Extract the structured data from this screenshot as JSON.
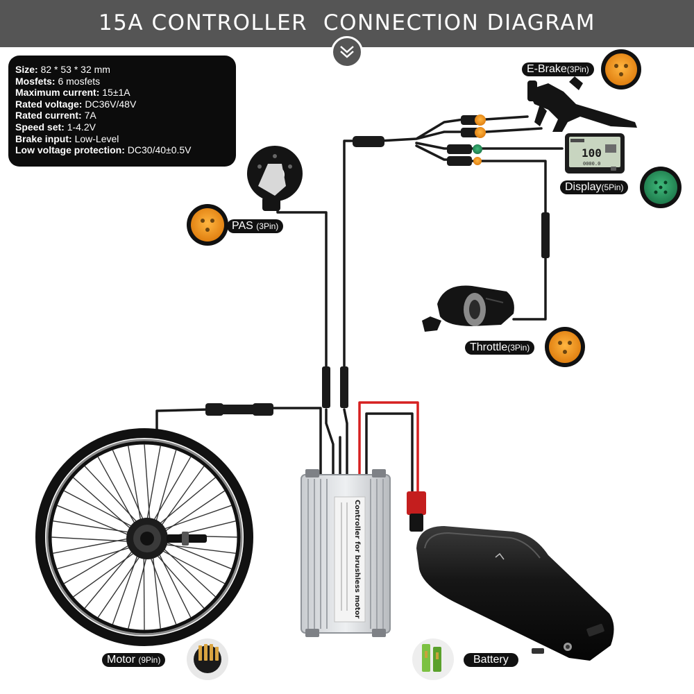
{
  "header": {
    "title": "15A CONTROLLER  CONNECTION DIAGRAM"
  },
  "specs": [
    {
      "label": "Size:",
      "value": " 82 * 53 * 32 mm"
    },
    {
      "label": "Mosfets:",
      "value": " 6 mosfets"
    },
    {
      "label": "Maximum current:",
      "value": " 15±1A"
    },
    {
      "label": "Rated voltage:",
      "value": " DC36V/48V"
    },
    {
      "label": "Rated current:",
      "value": " 7A"
    },
    {
      "label": "Speed set:",
      "value": " 1-4.2V"
    },
    {
      "label": "Brake input:",
      "value": " Low-Level"
    },
    {
      "label": "Low voltage protection:",
      "value": " DC30/40±0.5V"
    }
  ],
  "labels": {
    "ebrake": {
      "name": "E-Brake",
      "pins": "(3Pin)"
    },
    "display": {
      "name": "Display",
      "pins": "(5Pin)"
    },
    "pas": {
      "name": "PAS ",
      "pins": "(3Pin)"
    },
    "throttle": {
      "name": "Throttle",
      "pins": "(3Pin)"
    },
    "motor": {
      "name": "Motor ",
      "pins": "(9Pin)"
    },
    "battery": {
      "name": "Battery"
    }
  },
  "lcd": {
    "reading": "100",
    "odo": "0000.0"
  },
  "controller_label": "Controller for brushless motor",
  "colors": {
    "header": "#555555",
    "wire": "#1a1a1a",
    "positive": "#d62020",
    "connector_orange": "#f29a1e",
    "connector_green": "#2e9a63"
  },
  "icons": [
    "chevron-down-icon",
    "ebrake-lever-icon",
    "lcd-display-icon",
    "pas-sensor-icon",
    "throttle-icon",
    "hub-motor-wheel-icon",
    "controller-box-icon",
    "battery-pack-icon",
    "connector-plug-icon"
  ]
}
